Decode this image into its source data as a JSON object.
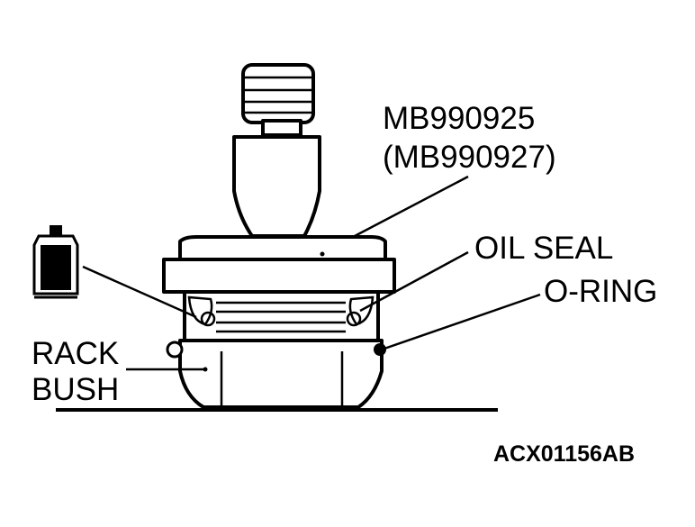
{
  "labels": {
    "tool_main": "MB990925",
    "tool_alt": "(MB990927)",
    "oil_seal": "OIL SEAL",
    "o_ring": "O-RING",
    "rack": "RACK",
    "bush": "BUSH"
  },
  "figure_code": "ACX01156AB",
  "icons": {
    "grease": "grease-can-icon"
  }
}
